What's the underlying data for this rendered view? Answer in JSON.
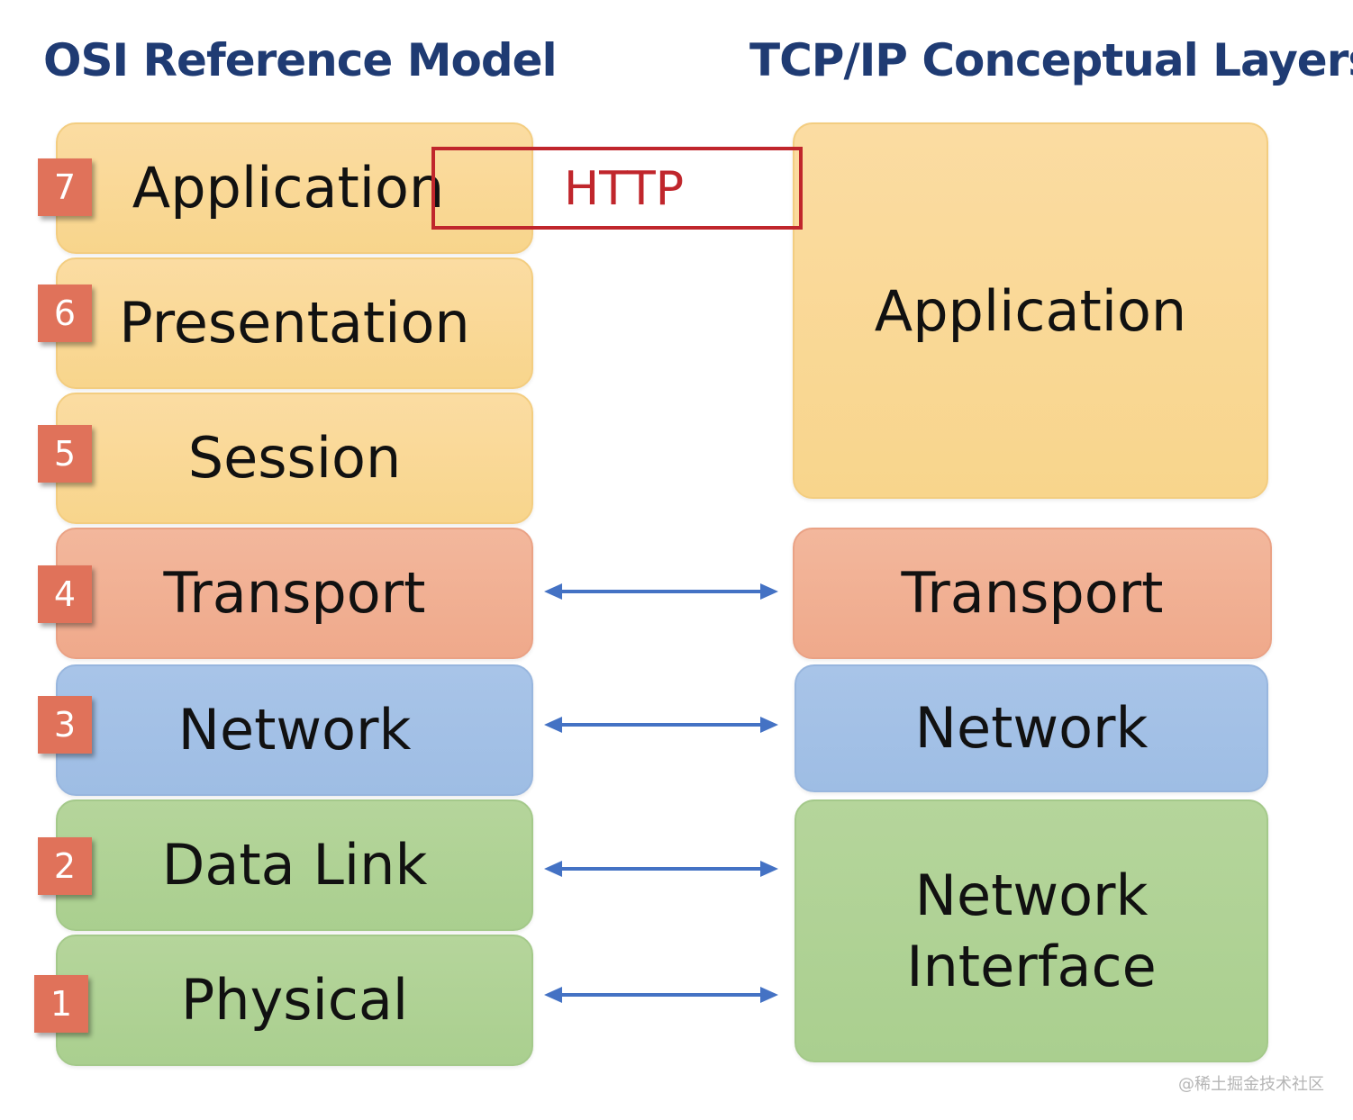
{
  "titles": {
    "osi": "OSI Reference Model",
    "tcpip": "TCP/IP Conceptual Layers"
  },
  "osi_layers": [
    {
      "number": "7",
      "name": "Application",
      "color": "#f8d58c"
    },
    {
      "number": "6",
      "name": "Presentation",
      "color": "#f8d58c"
    },
    {
      "number": "5",
      "name": "Session",
      "color": "#f8d58c"
    },
    {
      "number": "4",
      "name": "Transport",
      "color": "#efa98b"
    },
    {
      "number": "3",
      "name": "Network",
      "color": "#9ebde4"
    },
    {
      "number": "2",
      "name": "Data Link",
      "color": "#aacf8f"
    },
    {
      "number": "1",
      "name": "Physical",
      "color": "#aacf8f"
    }
  ],
  "tcpip_layers": [
    {
      "name": "Application",
      "color": "#f8d58c"
    },
    {
      "name": "Transport",
      "color": "#efa98b"
    },
    {
      "name": "Network",
      "color": "#9ebde4"
    },
    {
      "name_line1": "Network",
      "name_line2": "Interface",
      "color": "#aacf8f"
    }
  ],
  "highlight": {
    "label": "HTTP",
    "color": "#c0262c"
  },
  "arrow_color": "#4472c4",
  "watermark": "@稀土掘金技术社区"
}
